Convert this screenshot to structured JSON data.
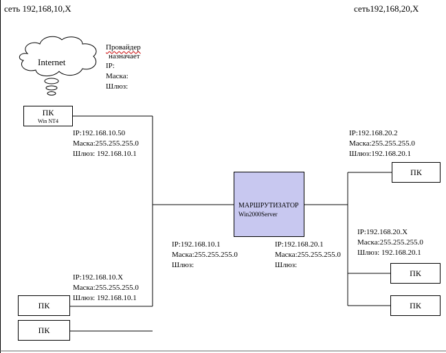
{
  "networks": {
    "left": "сеть 192,168,10,X",
    "right": "сеть192,168,20,X"
  },
  "internet": {
    "label": "Internet"
  },
  "provider": {
    "title": "Провайдер",
    "assigns": "назначает",
    "ip": "IP:",
    "mask": "Маска:",
    "gateway": "Шлюз:"
  },
  "pc_top_left": {
    "label": "ПК",
    "os": "Win NT4",
    "ip": "IP:192.168.10.50",
    "mask": "Маска:255.255.255.0",
    "gateway": "Шлюз: 192.168.10.1"
  },
  "left_group": {
    "ip": "IP:192.168.10.X",
    "mask": "Маска:255.255.255.0",
    "gateway": "Шлюз: 192.168.10.1",
    "pc1": "ПК",
    "pc2": "ПК"
  },
  "router": {
    "title": "МАРШРУТИЗАТОР",
    "os": "Win2000Server",
    "left_ip": "IP:192.168.10.1",
    "left_mask": "Маска:255.255.255.0",
    "left_gateway": "Шлюз:",
    "right_ip": "IP:192.168.20.1",
    "right_mask": "Маска:255.255.255.0",
    "right_gateway": "Шлюз:"
  },
  "pc_top_right": {
    "label": "ПК",
    "ip": "IP:192.168.20.2",
    "mask": "Маска:255.255.255.0",
    "gateway": "Шлюз:192.168.20.1"
  },
  "right_group": {
    "ip": "IP:192.168.20.X",
    "mask": "Маска:255.255.255.0",
    "gateway": "Шлюз: 192.168.20.1",
    "pc1": "ПК",
    "pc2": "ПК"
  }
}
